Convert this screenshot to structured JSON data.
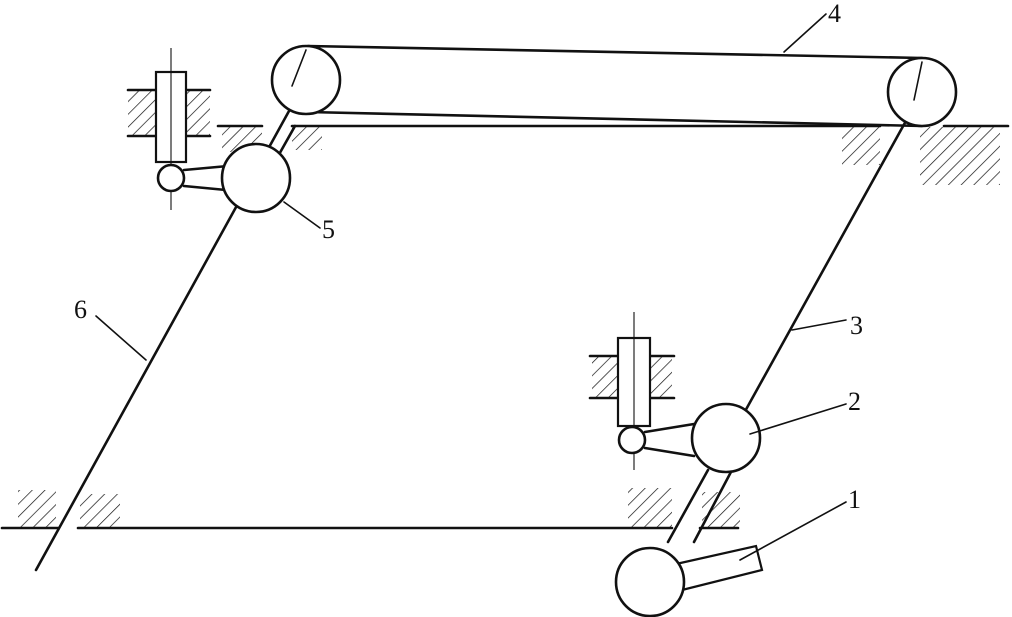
{
  "labels": {
    "one": "1",
    "two": "2",
    "three": "3",
    "four": "4",
    "five": "5",
    "six": "6"
  },
  "colors": {
    "line": "#111111",
    "background": "#ffffff"
  }
}
